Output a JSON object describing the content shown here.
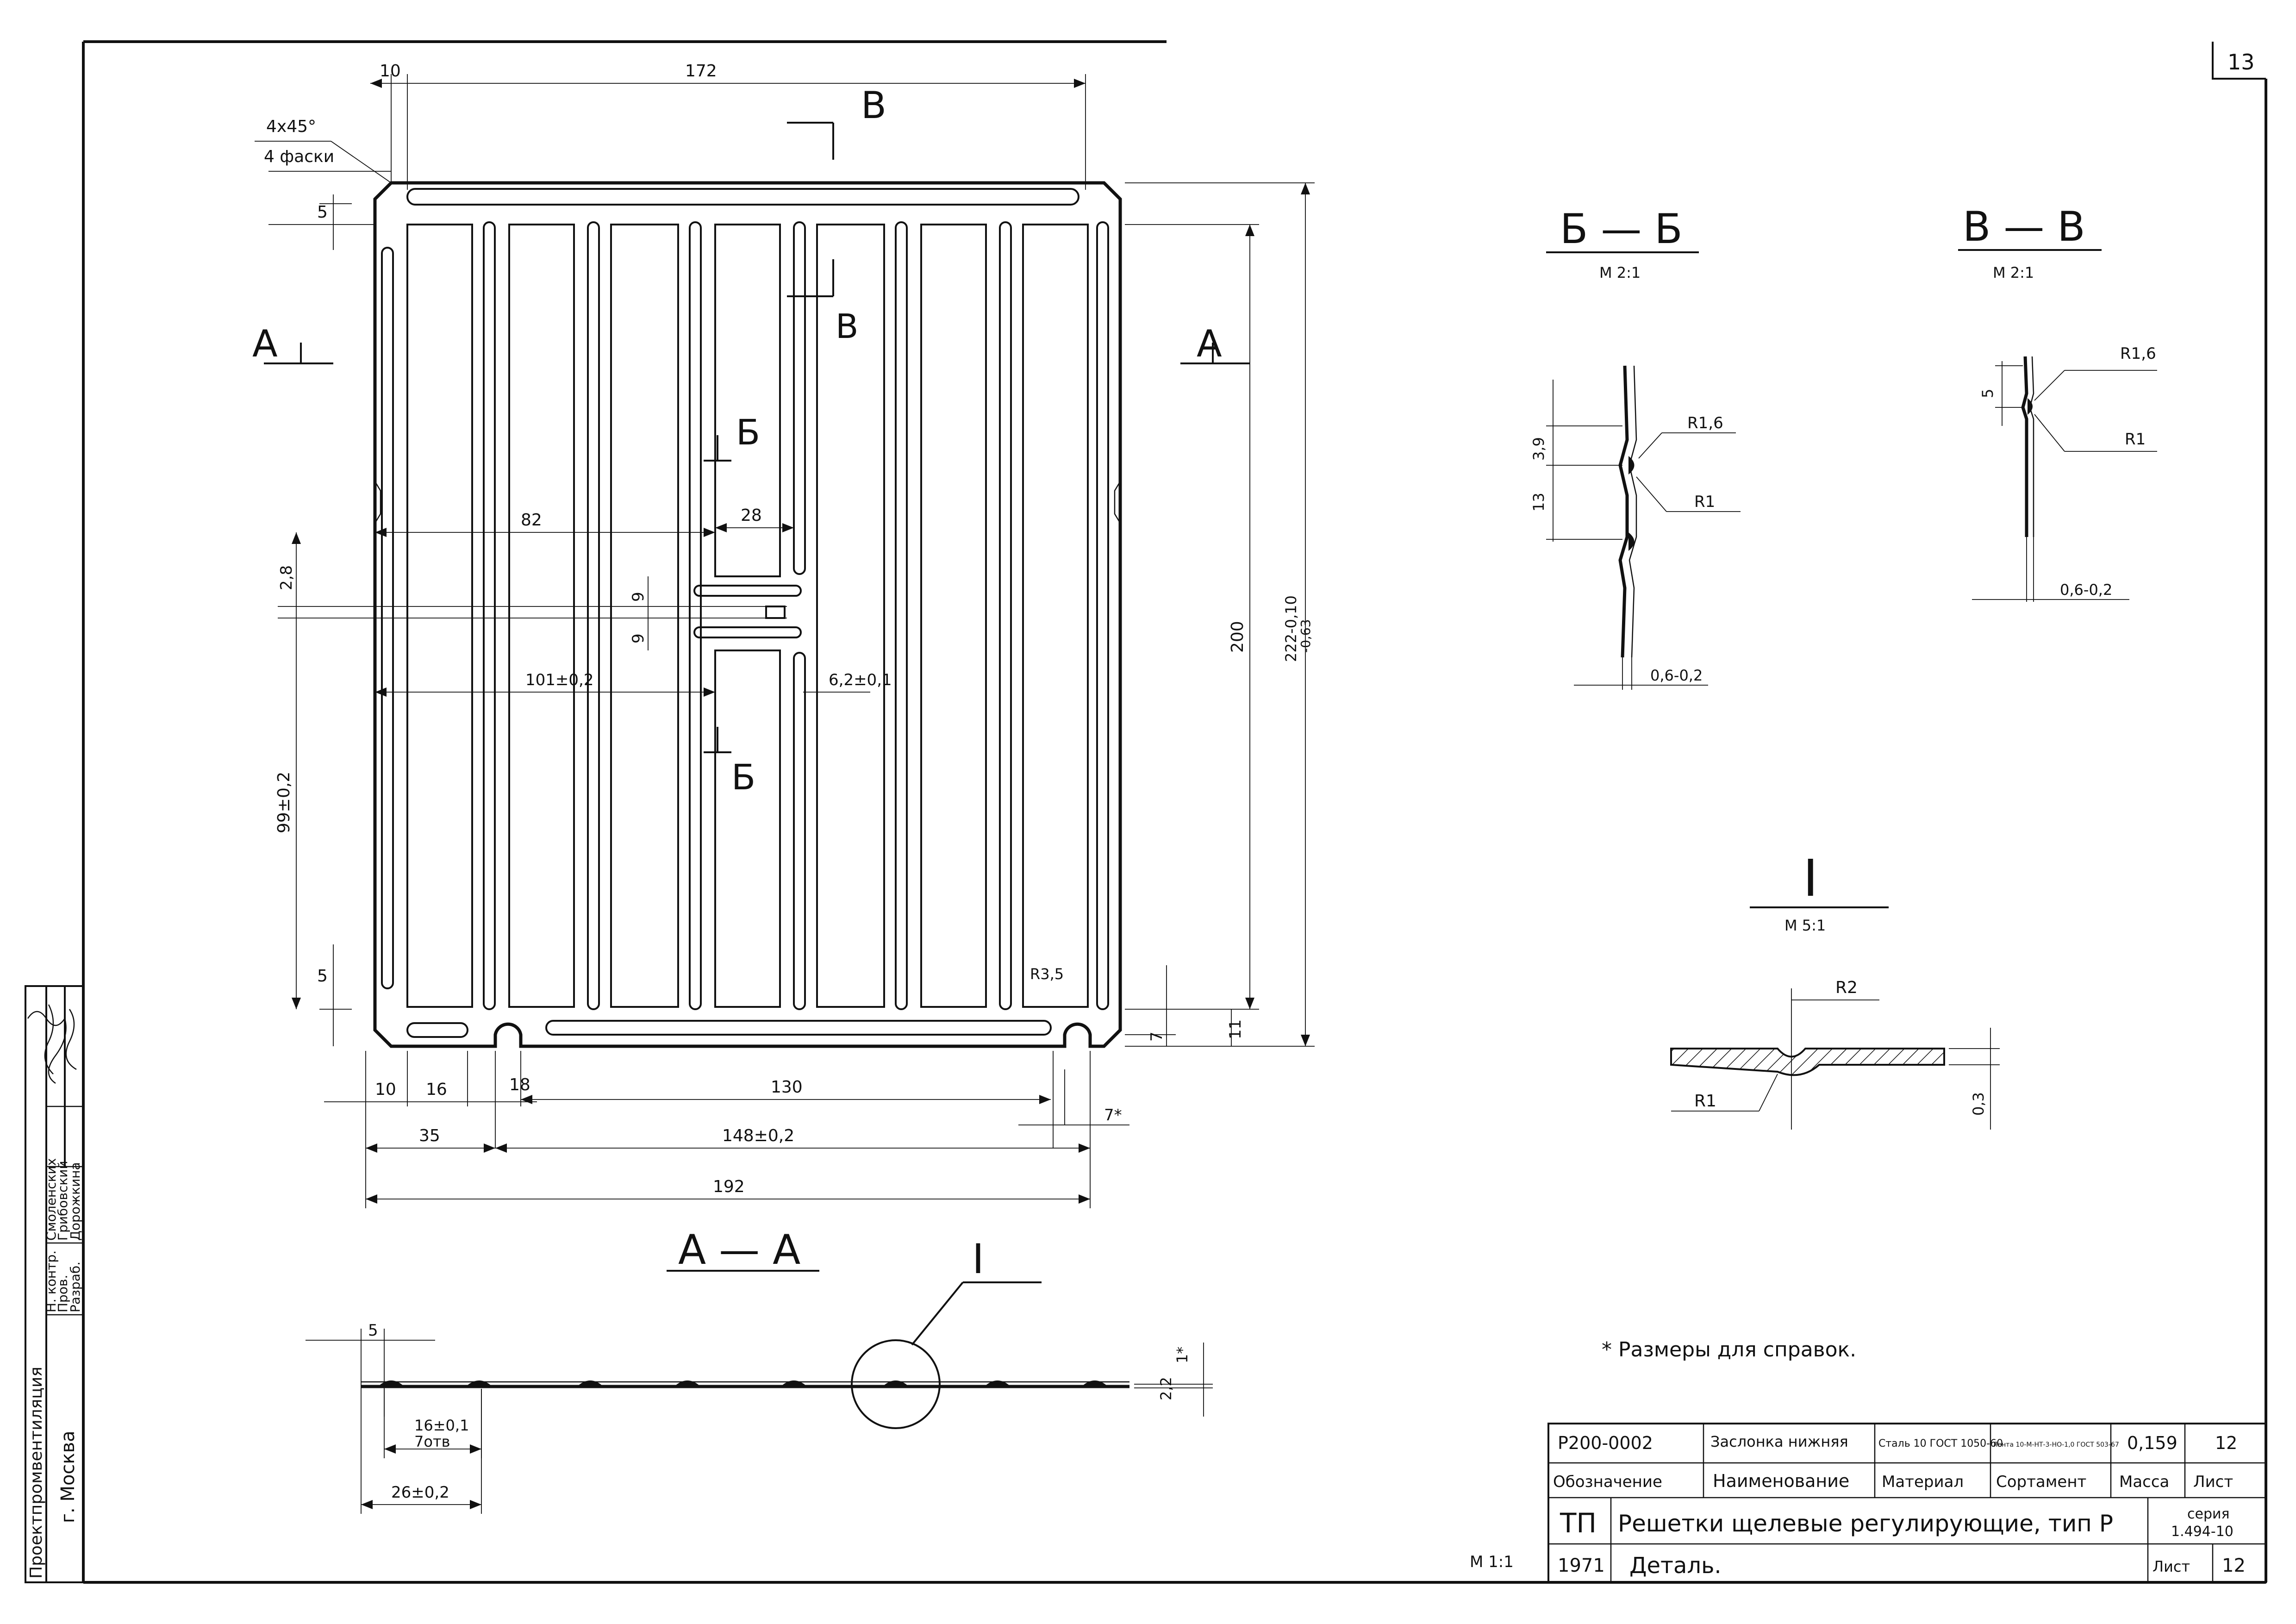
{
  "sheet": {
    "sheet_number": "13",
    "scale_note": "М 1:1",
    "footnote": "* Размеры для справок."
  },
  "plan": {
    "section_marks": {
      "a": "А",
      "b": "Б",
      "v": "В"
    },
    "chamfer": {
      "size": "4х45°",
      "count": "4 фаски"
    },
    "dims": {
      "top_left_10": "10",
      "top_172": "172",
      "left_5_top": "5",
      "left_5_bottom": "5",
      "d_82": "82",
      "d_28": "28",
      "d_2_8": "2,8",
      "d_9a": "9",
      "d_9b": "9",
      "d_101": "101±0,2",
      "d_6_2": "6,2±0,1",
      "d_99": "99±0,2",
      "d_200": "200",
      "d_222": "222-0,10",
      "d_222_tol": "-0,63",
      "d_r3_5": "R3,5",
      "d_11": "11",
      "d_7": "7",
      "d_7_star": "7*",
      "b_10": "10",
      "b_16": "16",
      "b_18": "18",
      "b_130": "130",
      "b_35": "35",
      "b_148": "148±0,2",
      "b_192": "192"
    }
  },
  "section_aa": {
    "title": "А — А",
    "detail_mark": "I",
    "dims": {
      "d_5": "5",
      "d_16": "16±0,1",
      "d_7otv": "7отв",
      "d_26": "26±0,2",
      "d_1star": "1*",
      "d_2_2": "2,2"
    }
  },
  "section_bb": {
    "title": "Б — Б",
    "scale": "М 2:1",
    "dims": {
      "d_3_9": "3,9",
      "d_13": "13",
      "r1_6": "R1,6",
      "r1": "R1",
      "d_0_6": "0,6-0,2"
    }
  },
  "section_vv": {
    "title": "В — В",
    "scale": "М 2:1",
    "dims": {
      "d_5": "5",
      "r1_6": "R1,6",
      "r1": "R1",
      "d_0_6": "0,6-0,2"
    }
  },
  "detail_i": {
    "title": "I",
    "scale": "М 5:1",
    "dims": {
      "r2": "R2",
      "r1": "R1",
      "d_0_3": "0,3"
    }
  },
  "side_stamp": {
    "org": "Проектпромвентиляция",
    "city": "г. Москва",
    "roles": [
      "Н. контр.",
      "Пров.",
      "Разраб."
    ],
    "names": [
      "Смоленских",
      "Грибовский",
      "Дорожкина"
    ]
  },
  "title_block": {
    "designation": "Р200-0002",
    "name": "Заслонка нижняя",
    "material": "Сталь 10 ГОСТ 1050-60",
    "assortment": "Лента 10-М-НТ-3-НО-1,0 ГОСТ 503-67",
    "mass": "0,159",
    "sheet_col": "12",
    "h_designation": "Обозначение",
    "h_name": "Наименование",
    "h_material": "Материал",
    "h_assortment": "Сортамент",
    "h_mass": "Масса",
    "h_sheet": "Лист",
    "tp": "ТП",
    "title": "Решетки щелевые регулирующие, тип Р",
    "series_label": "серия",
    "series": "1.494-10",
    "year": "1971",
    "subtitle": "Деталь.",
    "sheet_label": "Лист",
    "sheet_no": "12"
  }
}
